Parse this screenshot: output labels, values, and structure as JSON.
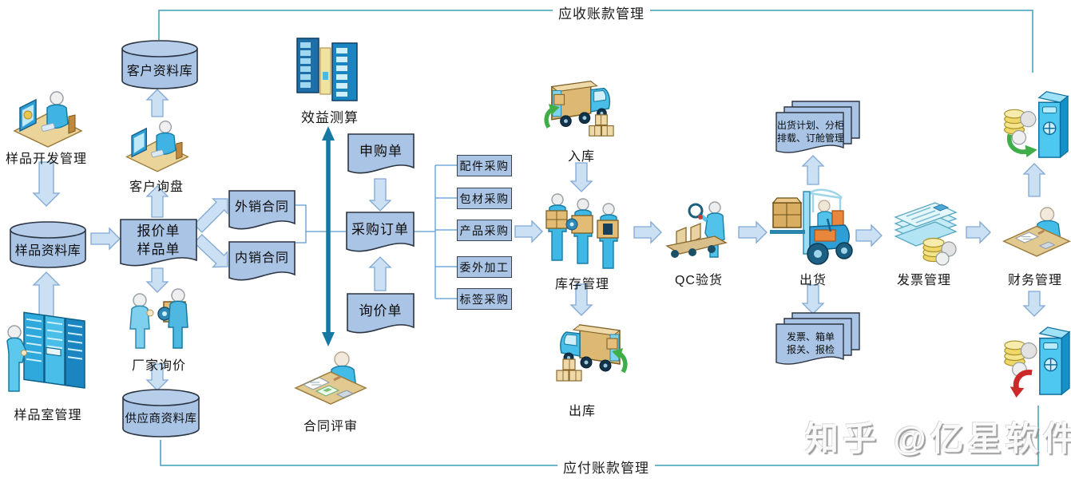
{
  "bands": {
    "top_label": "应收账款管理",
    "bottom_label": "应付账款管理"
  },
  "nodes": {
    "sample_dev": {
      "label": "样品开发管理"
    },
    "customer_db": {
      "label": "客户资料库"
    },
    "customer_inquiry": {
      "label": "客户询盘"
    },
    "sample_db": {
      "label": "样品资料库"
    },
    "quote_doc": {
      "line1": "报价单",
      "line2": "样品单"
    },
    "export_contract": {
      "label": "外销合同"
    },
    "domestic_contract": {
      "label": "内销合同"
    },
    "factory_inquiry": {
      "label": "厂家询价"
    },
    "sample_room": {
      "label": "样品室管理"
    },
    "supplier_db": {
      "label": "供应商资料库"
    },
    "benefit_calc": {
      "label": "效益测算"
    },
    "purchase_request": {
      "label": "申购单"
    },
    "purchase_order": {
      "label": "采购订单"
    },
    "inquiry_doc": {
      "label": "询价单"
    },
    "contract_review": {
      "label": "合同评审"
    },
    "procurement_items": [
      "配件采购",
      "包材采购",
      "产品采购",
      "委外加工",
      "标签采购"
    ],
    "inbound": {
      "label": "入库"
    },
    "inventory": {
      "label": "库存管理"
    },
    "outbound": {
      "label": "出库"
    },
    "qc": {
      "label": "QC验货"
    },
    "shipping": {
      "label": "出货"
    },
    "shipping_plan": {
      "line1": "出货计划、分柜",
      "line2": "排载、订舱管理"
    },
    "shipping_docs": {
      "line1": "发票、箱单",
      "line2": "报关、报检"
    },
    "invoice_mgmt": {
      "label": "发票管理"
    },
    "finance_mgmt": {
      "label": "财务管理"
    }
  },
  "watermark": "知乎 @亿星软件",
  "colors": {
    "shape_fill": "#A9C4E4",
    "shape_border": "#2B3442",
    "band_line": "#3E9FB5",
    "connector_line": "#5B9BD5",
    "block_arrow_fill": "#CCE0F4",
    "block_arrow_stroke": "#7FA8D4",
    "teal_arrow": "#1779A3",
    "green_arrow": "#3FAE49",
    "red_arrow": "#CC2A2A"
  }
}
